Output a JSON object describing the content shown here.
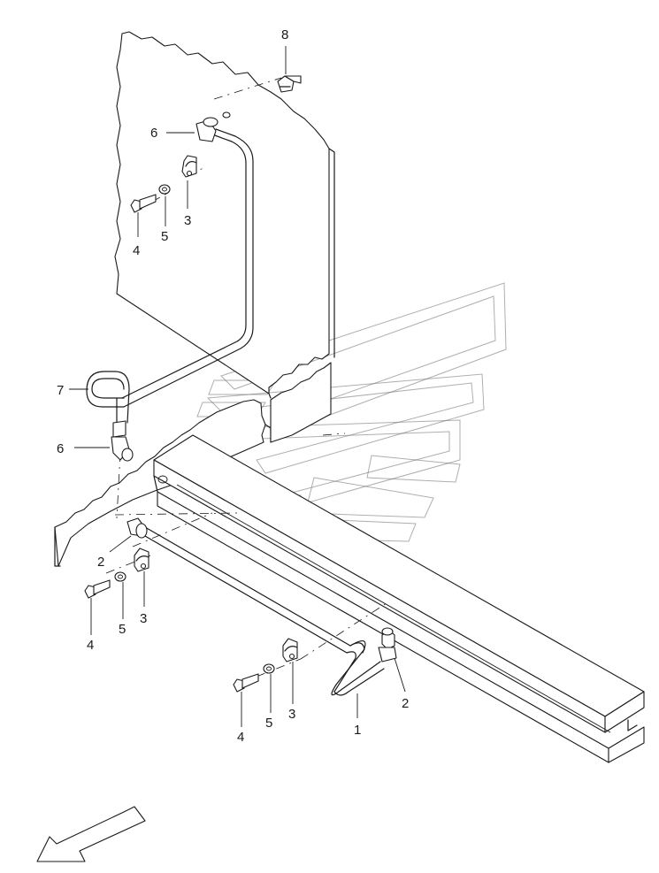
{
  "diagram": {
    "callouts": [
      {
        "id": "c8",
        "text": "8"
      },
      {
        "id": "c6a",
        "text": "6"
      },
      {
        "id": "c3a",
        "text": "3"
      },
      {
        "id": "c5a",
        "text": "5"
      },
      {
        "id": "c4a",
        "text": "4"
      },
      {
        "id": "c7",
        "text": "7"
      },
      {
        "id": "c6b",
        "text": "6"
      },
      {
        "id": "c2a",
        "text": "2"
      },
      {
        "id": "c3b",
        "text": "3"
      },
      {
        "id": "c5b",
        "text": "5"
      },
      {
        "id": "c4b",
        "text": "4"
      },
      {
        "id": "c3c",
        "text": "3"
      },
      {
        "id": "c5c",
        "text": "5"
      },
      {
        "id": "c4c",
        "text": "4"
      },
      {
        "id": "c1",
        "text": "1"
      },
      {
        "id": "c2b",
        "text": "2"
      }
    ]
  }
}
